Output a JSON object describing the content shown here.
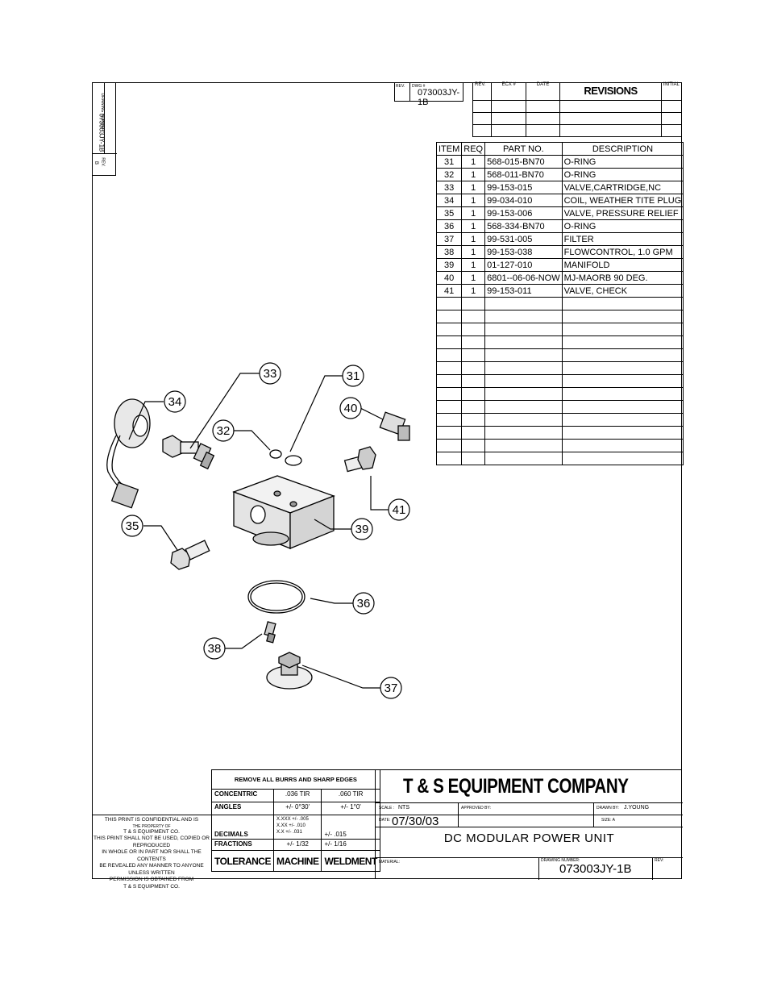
{
  "rotated_strip": {
    "drawing_number_label": "DRAWING NUMBER",
    "drawing_number": "073003JY-1B",
    "rev_label": "REV.",
    "rev_value": "B"
  },
  "revision_block": {
    "rev_label": "REV.",
    "dwg_label": "DWG #",
    "dwg_value": "073003JY-1B",
    "headers": [
      "REV.",
      "ECX #",
      "DATE",
      "REVISIONS",
      "INITIAL"
    ]
  },
  "parts_list": {
    "headers": [
      "ITEM",
      "REQ",
      "PART NO.",
      "DESCRIPTION"
    ],
    "rows": [
      [
        "31",
        "1",
        "568-015-BN70",
        "O-RING"
      ],
      [
        "32",
        "1",
        "568-011-BN70",
        "O-RING"
      ],
      [
        "33",
        "1",
        "99-153-015",
        "VALVE,CARTRIDGE,NC"
      ],
      [
        "34",
        "1",
        "99-034-010",
        "COIL, WEATHER TITE PLUG"
      ],
      [
        "35",
        "1",
        "99-153-006",
        "VALVE, PRESSURE RELIEF"
      ],
      [
        "36",
        "1",
        "568-334-BN70",
        "O-RING"
      ],
      [
        "37",
        "1",
        "99-531-005",
        "FILTER"
      ],
      [
        "38",
        "1",
        "99-153-038",
        "FLOWCONTROL, 1.0 GPM"
      ],
      [
        "39",
        "1",
        "01-127-010",
        "MANIFOLD"
      ],
      [
        "40",
        "1",
        "6801--06-06-NOW",
        "MJ-MAORB 90 DEG."
      ],
      [
        "41",
        "1",
        "99-153-011",
        "VALVE, CHECK"
      ]
    ],
    "empty_rows": 13
  },
  "callouts": {
    "c31": "31",
    "c32": "32",
    "c33": "33",
    "c34": "34",
    "c35": "35",
    "c36": "36",
    "c37": "37",
    "c38": "38",
    "c39": "39",
    "c40": "40",
    "c41": "41"
  },
  "title_block": {
    "confidential": [
      "THIS PRINT IS CONFIDENTIAL AND IS",
      "THE PROPERTY OF",
      "T & S EQUIPMENT CO.",
      "THIS PRINT SHALL NOT BE USED, COPIED OR REPRODUCED",
      "IN WHOLE OR IN PART NOR SHALL THE CONTENTS",
      "BE REVEALED ANY MANNER TO ANYONE UNLESS WRITTEN",
      "PERMISSION IS OBTAINED FROM",
      "T & S EQUIPMENT CO."
    ],
    "burrs": "REMOVE ALL BURRS AND SHARP EDGES",
    "concentric_label": "CONCENTRIC",
    "concentric_machine": ".036 TIR",
    "concentric_weld": ".060 TIR",
    "angles_label": "ANGLES",
    "angles_machine": "+/- 0°30'",
    "angles_weld": "+/- 1°0'",
    "decimals_label": "DECIMALS",
    "decimals_machine_1": "X.XXX +/- .005",
    "decimals_machine_2": "X.XX +/- .010",
    "decimals_machine_3": "X.X +/- .031",
    "decimals_weld": "+/- .015",
    "fractions_label": "FRACTIONS",
    "fractions_machine": "+/- 1/32",
    "fractions_weld": "+/- 1/16",
    "tolerance": "TOLERANCE",
    "machine": "MACHINE",
    "weldment": "WELDMENT",
    "company": "T & S EQUIPMENT COMPANY",
    "scale_label": "SCALE :",
    "scale_value": "NTS",
    "approved_label": "APPROVED BY:",
    "drawn_label": "DRAWN BY:",
    "drawn_value": "J.YOUNG",
    "date_label": "DATE:",
    "date_value": "07/30/03",
    "size_label": "SIZE: A",
    "title": "DC MODULAR POWER UNIT",
    "material_label": "MATERIAL:",
    "dwg_number_label": "DRAWING NUMBER:",
    "dwg_number": "073003JY-1B",
    "rev_label": "REV:"
  }
}
